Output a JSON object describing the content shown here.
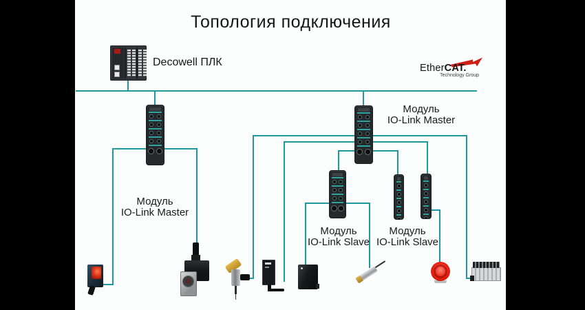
{
  "title": "Топология подключения",
  "plc": {
    "label": "Decowell ПЛК"
  },
  "ethercat_logo": {
    "brand_prefix": "Ether",
    "brand_suffix": "CAT.",
    "subtitle": "Technology Group"
  },
  "modules": {
    "master_left": {
      "label_line1": "Модуль",
      "label_line2": "IO-Link Master"
    },
    "master_right": {
      "label_line1": "Модуль",
      "label_line2": "IO-Link Master"
    },
    "slave_middle": {
      "label_line1": "Модуль",
      "label_line2": "IO-Link Slave"
    },
    "slave_pair": {
      "label_line1": "Модуль",
      "label_line2": "IO-Link Slave"
    }
  },
  "devices": [
    {
      "icon": "photoelectric-sensor-icon"
    },
    {
      "icon": "servo-motor-icon"
    },
    {
      "icon": "clinching-tool-icon"
    },
    {
      "icon": "compact-sensor-icon"
    },
    {
      "icon": "photoelectric-box-sensor-icon"
    },
    {
      "icon": "inductive-proximity-sensor-icon"
    },
    {
      "icon": "emergency-stop-button-icon"
    },
    {
      "icon": "pneumatic-valve-terminal-icon"
    }
  ],
  "topology": {
    "bus": "EtherCAT",
    "connections": [
      {
        "from": "plc",
        "to": "ethercat-bus"
      },
      {
        "from": "ethercat-bus",
        "to": "io-link-master-left"
      },
      {
        "from": "ethercat-bus",
        "to": "io-link-master-right"
      },
      {
        "from": "io-link-master-left",
        "to": "photoelectric-sensor"
      },
      {
        "from": "io-link-master-left",
        "to": "servo-motor"
      },
      {
        "from": "io-link-master-right",
        "to": "clinching-tool"
      },
      {
        "from": "io-link-master-right",
        "to": "compact-sensor"
      },
      {
        "from": "io-link-master-right",
        "to": "io-link-slave-middle"
      },
      {
        "from": "io-link-master-right",
        "to": "io-link-slave-pair-1"
      },
      {
        "from": "io-link-master-right",
        "to": "io-link-slave-pair-2"
      },
      {
        "from": "io-link-master-right",
        "to": "pneumatic-valve-terminal"
      },
      {
        "from": "io-link-slave-middle",
        "to": "photoelectric-box-sensor"
      },
      {
        "from": "io-link-slave-middle",
        "to": "inductive-proximity-sensor"
      },
      {
        "from": "io-link-slave-pair-2",
        "to": "emergency-stop-button"
      }
    ]
  },
  "colors": {
    "wire_teal": "#1d9aa0",
    "background": "#fcfdfd",
    "letterbox": "#000000",
    "logo_red": "#cf2017",
    "estop_red": "#ee2413"
  }
}
